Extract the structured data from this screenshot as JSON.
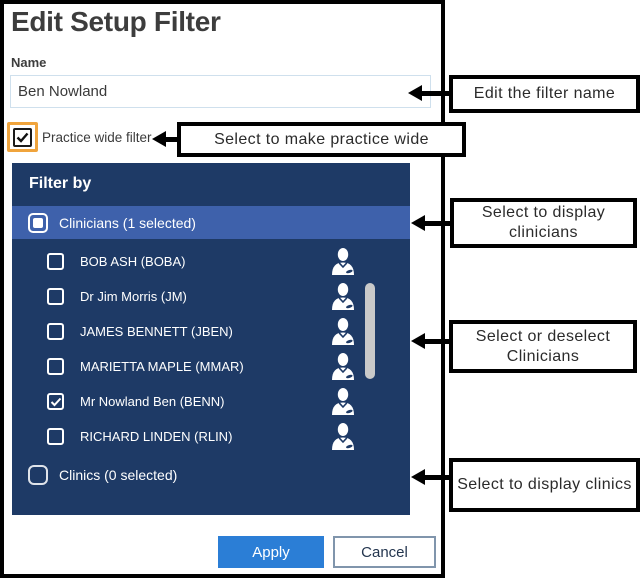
{
  "dialog": {
    "title": "Edit Setup Filter",
    "name_label": "Name",
    "name_value": "Ben Nowland",
    "practice_wide_label": "Practice wide filter",
    "panel": {
      "header": "Filter by",
      "clinicians_group_label": "Clinicians (1 selected)",
      "clinicians": [
        {
          "name": "BOB ASH (BOBA)",
          "checked": false
        },
        {
          "name": "Dr Jim Morris (JM)",
          "checked": false
        },
        {
          "name": "JAMES BENNETT (JBEN)",
          "checked": false
        },
        {
          "name": "MARIETTA MAPLE (MMAR)",
          "checked": false
        },
        {
          "name": "Mr Nowland Ben (BENN)",
          "checked": true
        },
        {
          "name": "RICHARD LINDEN (RLIN)",
          "checked": false
        }
      ],
      "clinics_group_label": "Clinics (0 selected)"
    },
    "apply_label": "Apply",
    "cancel_label": "Cancel"
  },
  "annotations": [
    {
      "text": "Edit the filter name"
    },
    {
      "text": "Select to make practice wide"
    },
    {
      "text": "Select to display clinicians"
    },
    {
      "text": "Select or deselect Clinicians"
    },
    {
      "text": "Select to display clinics"
    }
  ],
  "colors": {
    "panel_bg": "#1e3a66",
    "selected_row_bg": "#3e61ab",
    "apply_bg": "#2b7ed6",
    "highlight_orange": "#f0a43c",
    "input_border": "#cfe0ed",
    "scrollbar": "#c9c9c9",
    "annotation_border": "#000000"
  }
}
